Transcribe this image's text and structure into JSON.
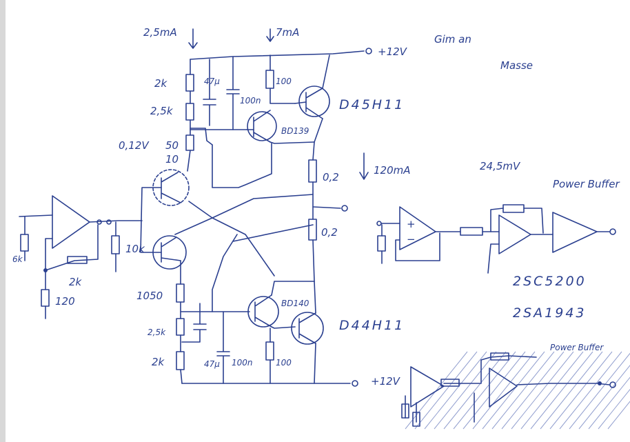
{
  "labels": {
    "i_top": "2,5mA",
    "i_top2": "7mA",
    "supply_pos": "+12V",
    "note_top_1": "Gim an",
    "note_top_2": "Masse",
    "r1": "2k",
    "c1": "47µ",
    "c2": "100n",
    "r_100_top": "100",
    "q_out_top": "D45H11",
    "r2": "2,5k",
    "q_drv_top": "BD139",
    "v_bias": "0,12V",
    "r_50": "50",
    "r_10_top": "10",
    "r_emit_top": "0,2",
    "i_quiescent": "120mA",
    "v_offset": "24,5mV",
    "title_buffer": "Power Buffer",
    "r_in": "6k",
    "r_10k": "10k",
    "r_fb": "2k",
    "r_gnd": "120",
    "r_emit_bot": "0,2",
    "r_1050": "1050",
    "q_drv_bot": "BD140",
    "q_out_bot": "D44H11",
    "r3": "2,5k",
    "c3": "47µ",
    "c4": "100n",
    "r4": "2k",
    "r_100_bot": "100",
    "supply_bot": "+12V",
    "part_1": "2SC5200",
    "part_2": "2SA1943",
    "title_buffer_2": "Power Buffer",
    "opamp_plus": "+",
    "opamp_minus": "−"
  }
}
